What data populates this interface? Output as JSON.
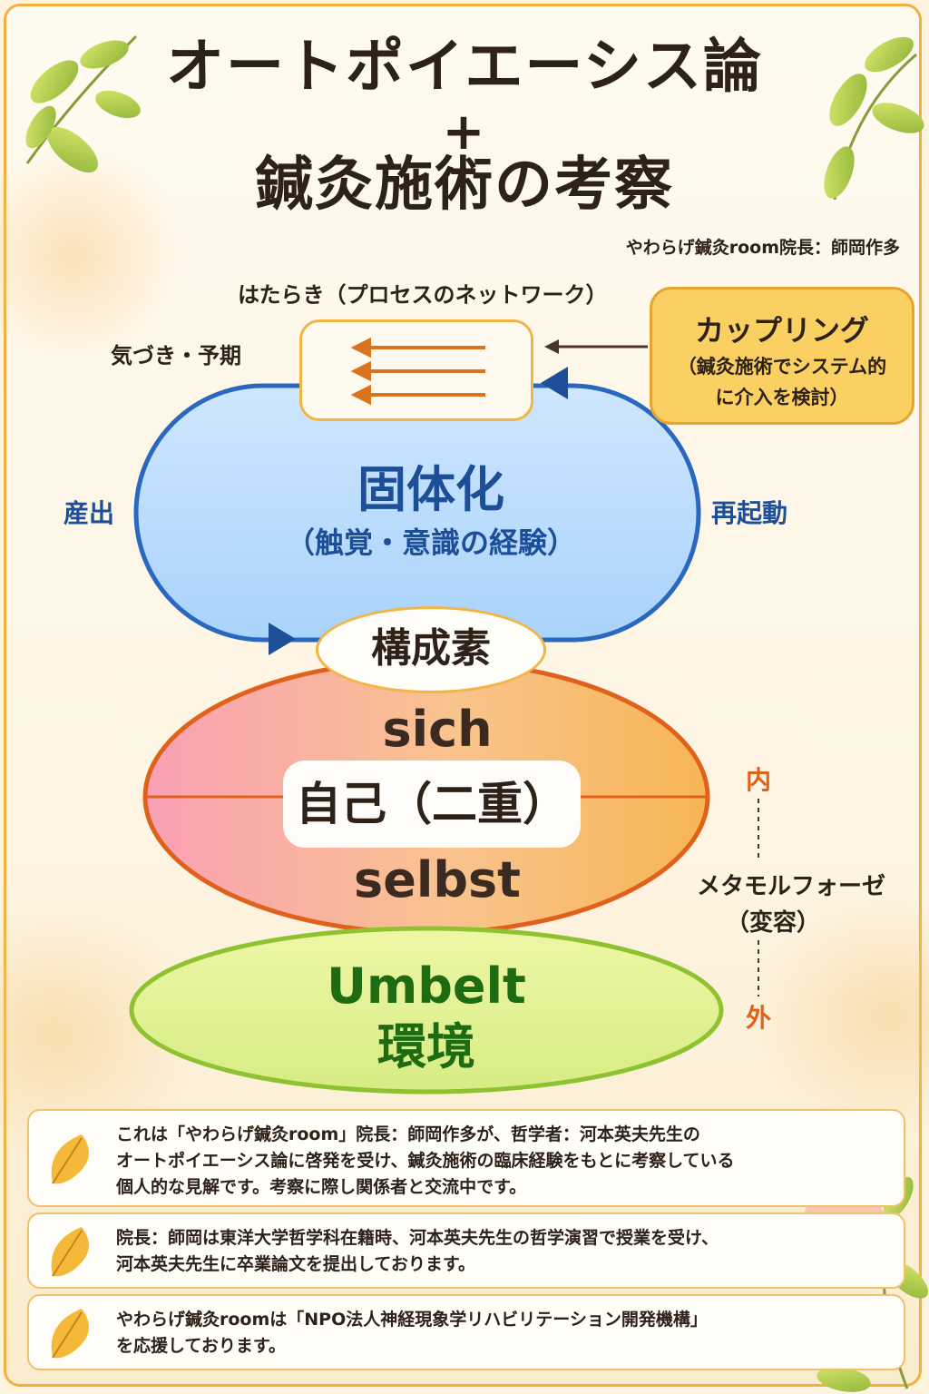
{
  "title": {
    "line1": "オートポイエーシス論",
    "plus": "+",
    "line2": "鍼灸施術の考察",
    "author": "やわらげ鍼灸room院長：師岡作多"
  },
  "diagram": {
    "process_label": "はたらき（プロセスのネットワーク）",
    "awareness_label": "気づき・予期",
    "coupling": {
      "heading": "カップリング",
      "line1": "（鍼灸施術でシステム的",
      "line2": "に介入を検討）"
    },
    "solidification": {
      "heading": "固体化",
      "sub": "（触覚・意識の経験）"
    },
    "left_label": "産出",
    "right_label": "再起動",
    "components": "構成素",
    "self": {
      "top": "sich",
      "center": "自己（二重）",
      "bottom": "selbst"
    },
    "inner_label": "内",
    "outer_label": "外",
    "metamorphose": {
      "line1": "メタモルフォーゼ",
      "line2": "（変容）"
    },
    "environment": {
      "word": "Umbelt",
      "kanji": "環境"
    }
  },
  "notes": [
    {
      "lines": [
        "これは「やわらげ鍼灸room」院長：師岡作多が、哲学者：河本英夫先生の",
        "オートポイエーシス論に啓発を受け、鍼灸施術の臨床経験をもとに考察している",
        "個人的な見解です。考察に際し関係者と交流中です。"
      ]
    },
    {
      "lines": [
        "院長：師岡は東洋大学哲学科在籍時、河本英夫先生の哲学演習で授業を受け、",
        "河本英夫先生に卒業論文を提出しております。"
      ]
    },
    {
      "lines": [
        "やわらげ鍼灸roomは「NPO法人神経現象学リハビリテーション開発機構」",
        "を応援しております。"
      ]
    }
  ],
  "colors": {
    "accent_orange": "#f0b23c",
    "loop_blue": "#1c4f97",
    "environment_green": "#1f6b12",
    "coupling_yellow": "#fbd063"
  }
}
